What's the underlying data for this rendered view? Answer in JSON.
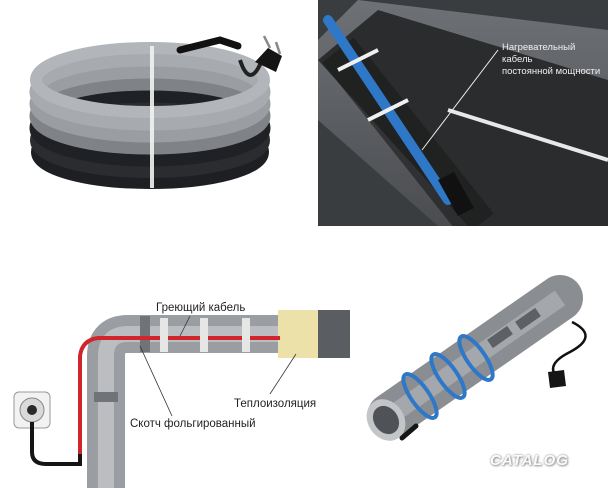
{
  "panels": {
    "pipe3d": {
      "callout": [
        "Нагревательный кабель",
        "постоянной мощности"
      ]
    },
    "diagram": {
      "label_cable": "Греющий кабель",
      "label_insulation": "Теплоизоляция",
      "label_tape": "Скотч фольгированный"
    }
  },
  "watermark": "CATALOG",
  "colors": {
    "cable_gray": "#8e9196",
    "heating_red": "#d0262b",
    "blue_band": "#2f78c8",
    "pipe_metal": "#b9bcc0",
    "insulation_gray": "#7c7f83"
  }
}
